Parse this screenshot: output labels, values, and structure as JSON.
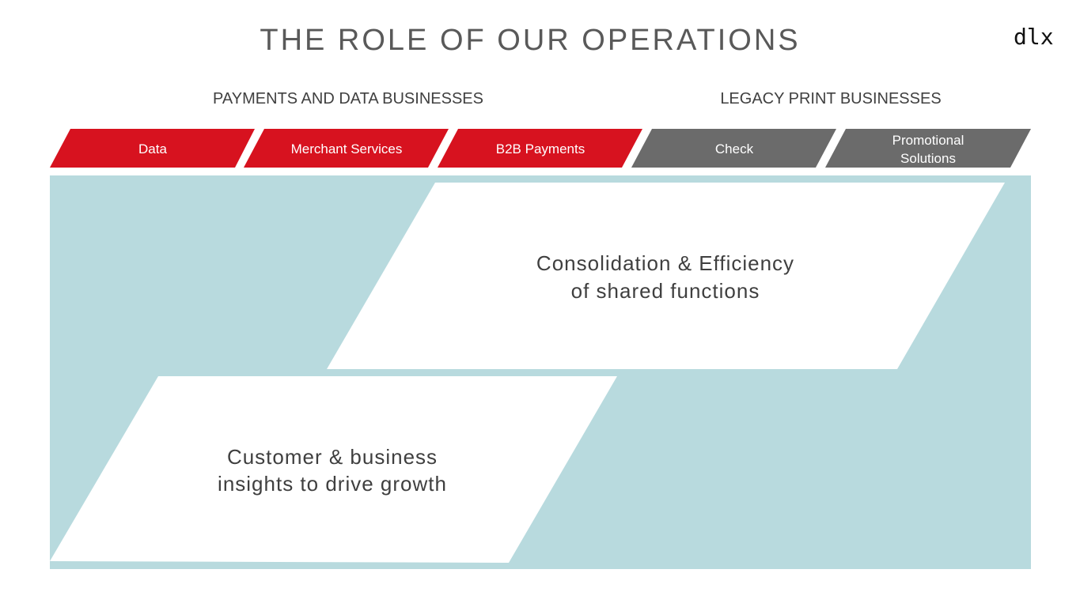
{
  "title": "THE ROLE OF OUR OPERATIONS",
  "logo": "dlx",
  "groups": {
    "payments": "PAYMENTS AND DATA BUSINESSES",
    "legacy": "LEGACY PRINT BUSINESSES"
  },
  "segments": [
    {
      "label": "Data"
    },
    {
      "label": "Merchant Services"
    },
    {
      "label": "B2B Payments"
    },
    {
      "label": "Check"
    },
    {
      "label_line1": "Promotional",
      "label_line2": "Solutions"
    }
  ],
  "boxes": {
    "consolidation": {
      "line1": "Consolidation & Efficiency",
      "line2": "of shared functions"
    },
    "insights": {
      "line1": "Customer & business",
      "line2": "insights to drive growth"
    }
  },
  "colors": {
    "red": "#d7121f",
    "gray": "#6b6b6b",
    "teal": "#b8dade"
  }
}
